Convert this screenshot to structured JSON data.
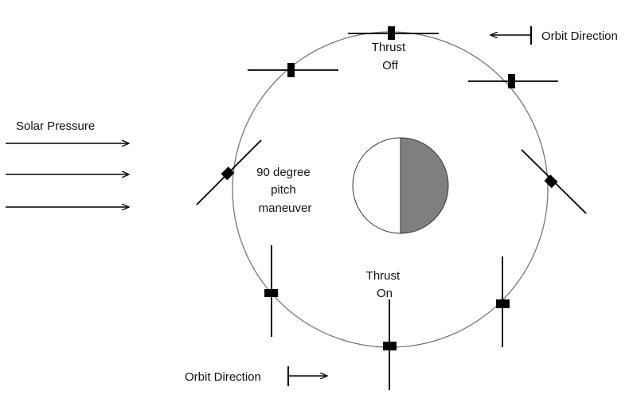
{
  "labels": {
    "solar_pressure": "Solar Pressure",
    "orbit_direction_top": "Orbit Direction",
    "orbit_direction_bottom": "Orbit Direction",
    "thrust_off": [
      "Thrust",
      "Off"
    ],
    "thrust_on": [
      "Thrust",
      "On"
    ],
    "pitch_maneuver": [
      "90 degree",
      "pitch",
      "maneuver"
    ]
  },
  "colors": {
    "orbit": "#777777",
    "line": "#000000",
    "planet_dark": "#7f7f7f",
    "planet_light": "#ffffff"
  }
}
